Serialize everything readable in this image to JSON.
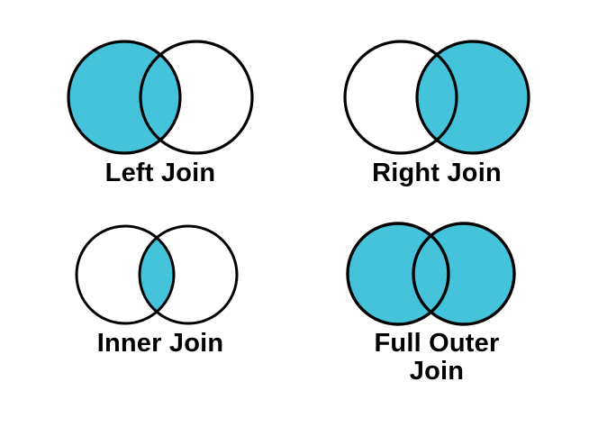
{
  "figure": {
    "background_color": "#ffffff",
    "fill_color": "#45c3db",
    "stroke_color": "#000000",
    "empty_color": "#ffffff"
  },
  "diagrams": [
    {
      "id": "left-join",
      "label": "Left Join",
      "highlight": "left-circle-and-intersection",
      "left_circle_filled": true,
      "right_circle_filled": false,
      "intersection_filled": true
    },
    {
      "id": "right-join",
      "label": "Right Join",
      "highlight": "right-circle-and-intersection",
      "left_circle_filled": false,
      "right_circle_filled": true,
      "intersection_filled": true
    },
    {
      "id": "inner-join",
      "label": "Inner Join",
      "highlight": "intersection-only",
      "left_circle_filled": false,
      "right_circle_filled": false,
      "intersection_filled": true
    },
    {
      "id": "full-outer-join",
      "label": "Full Outer\nJoin",
      "highlight": "both-circles-and-intersection",
      "left_circle_filled": true,
      "right_circle_filled": true,
      "intersection_filled": true
    }
  ]
}
